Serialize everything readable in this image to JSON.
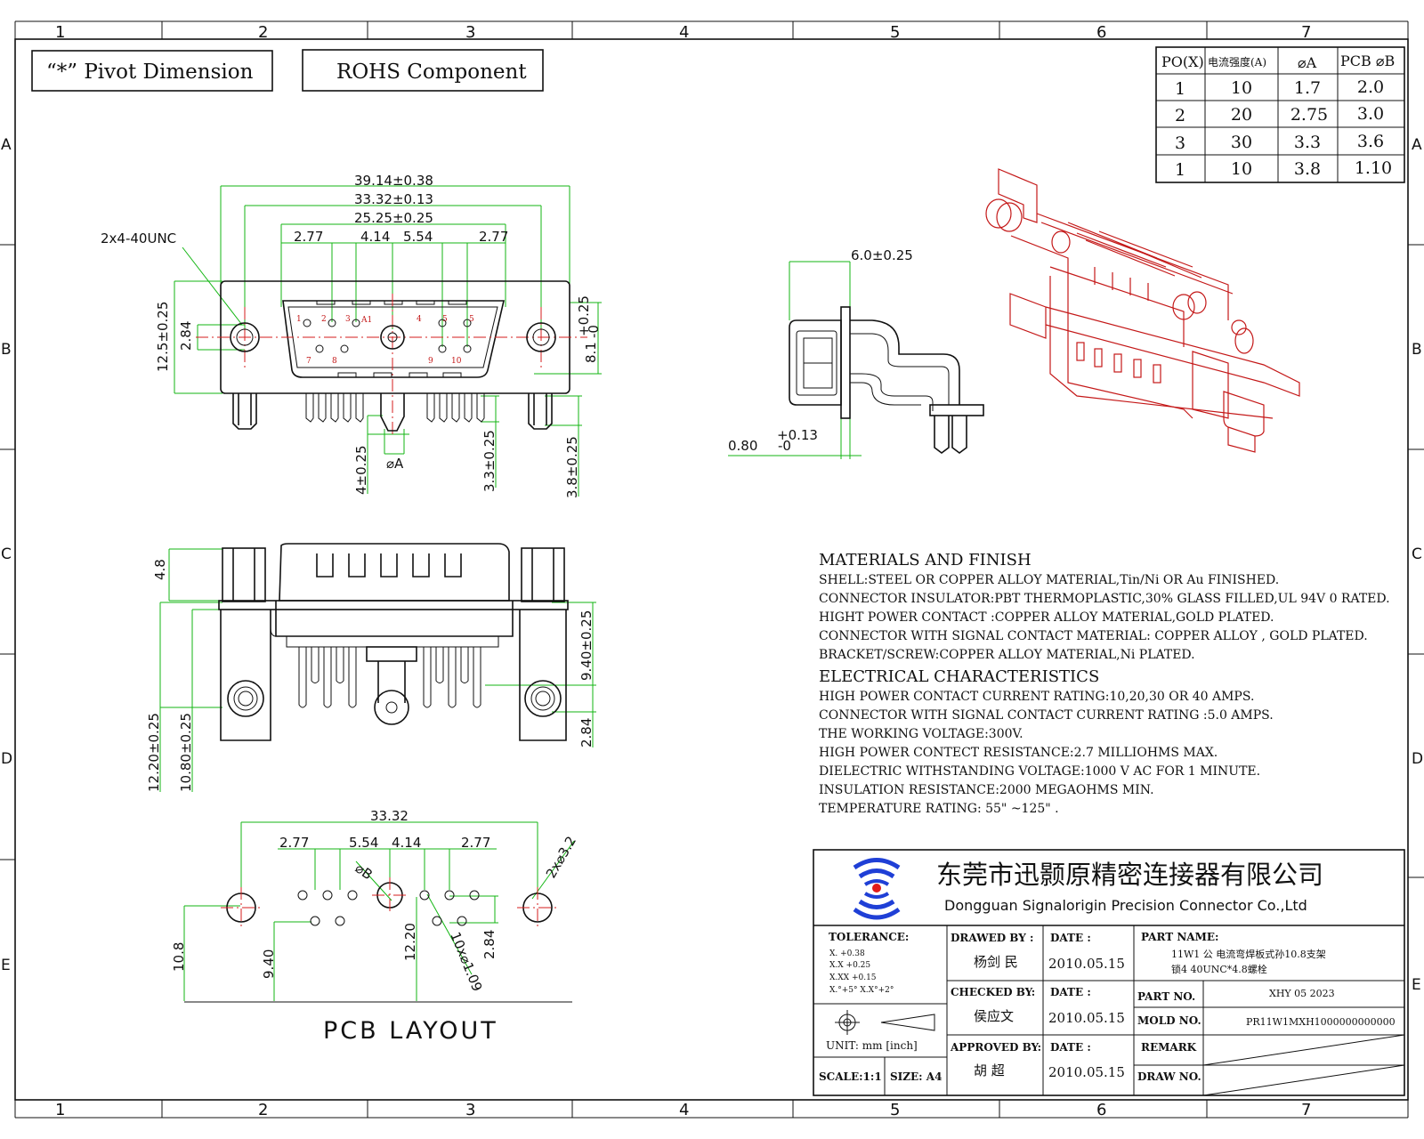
{
  "frame": {
    "columns": [
      "1",
      "2",
      "3",
      "4",
      "5",
      "6",
      "7"
    ],
    "rows": [
      "A",
      "B",
      "C",
      "D",
      "E"
    ]
  },
  "header_boxes": {
    "pivot": "“*” Pivot Dimension",
    "rohs": "ROHS Component"
  },
  "spec_table": {
    "headers": [
      "PO(X)",
      "电流强度(A)",
      "⌀A",
      "PCB ⌀B"
    ],
    "rows": [
      [
        "1",
        "10",
        "1.7",
        "2.0"
      ],
      [
        "2",
        "20",
        "2.75",
        "3.0"
      ],
      [
        "3",
        "30",
        "3.3",
        "3.6"
      ],
      [
        "1",
        "10",
        "3.8",
        "1.10"
      ]
    ]
  },
  "front_view": {
    "dims": {
      "overall": "39.14±0.38",
      "screw_pitch": "33.32±0.13",
      "shell": "25.25±0.25",
      "p1": "2.77",
      "p2": "4.14",
      "p3": "5.54",
      "p4": "2.77",
      "thread": "2x4-40UNC",
      "height": "12.5±0.25",
      "offset": "2.84",
      "right": "8.1",
      "right_tol_up": "+0.25",
      "right_tol_dn": "-0",
      "pin_len": "4±0.25",
      "phi_a": "⌀A",
      "tail_a": "3.3±0.25",
      "tail_b": "3.8±0.25"
    },
    "pins": [
      "1",
      "2",
      "3",
      "A1",
      "4",
      "5",
      "5",
      "7",
      "8",
      "9",
      "10"
    ]
  },
  "side_view": {
    "dims": {
      "depth": "6.0±0.25",
      "thick": "0.80",
      "thick_up": "+0.13",
      "thick_dn": "-0"
    }
  },
  "bottom_view": {
    "dims": {
      "h1": "4.8",
      "h2": "9.40±0.25",
      "h3": "2.84",
      "h4": "12.20±0.25",
      "h5": "10.80±0.25"
    }
  },
  "pcb_layout": {
    "title": "PCB LAYOUT",
    "dims": {
      "pitch": "33.32",
      "p1": "2.77",
      "p2": "5.54",
      "p3": "4.14",
      "p4": "2.77",
      "phi_b": "⌀B",
      "mount": "2x⌀3.2",
      "holes": "10x⌀1.09",
      "v1": "10.8",
      "v2": "9.40",
      "v3": "12.20",
      "v4": "2.84"
    }
  },
  "materials": {
    "heading1": "MATERIALS AND  FINISH",
    "lines1": [
      "SHELL:STEEL OR COPPER ALLOY MATERIAL,Tin/Ni OR Au FINISHED.",
      "CONNECTOR INSULATOR:PBT THERMOPLASTIC,30% GLASS FILLED,UL 94V 0 RATED.",
      "HIGHT POWER CONTACT :COPPER ALLOY MATERIAL,GOLD PLATED.",
      "CONNECTOR WITH SIGNAL CONTACT MATERIAL: COPPER ALLOY , GOLD PLATED.",
      "BRACKET/SCREW:COPPER ALLOY MATERIAL,Ni PLATED."
    ],
    "heading2": "ELECTRICAL CHARACTERISTICS",
    "lines2": [
      "HIGH POWER CONTACT CURRENT RATING:10,20,30 OR 40 AMPS.",
      "CONNECTOR WITH SIGNAL CONTACT CURRENT RATING :5.0 AMPS.",
      "THE WORKING VOLTAGE:300V.",
      "HIGH POWER CONTECT RESISTANCE:2.7 MILLIOHMS MAX.",
      "DIELECTRIC WITHSTANDING VOLTAGE:1000 V AC FOR 1 MINUTE.",
      "INSULATION RESISTANCE:2000 MEGAOHMS MIN.",
      "TEMPERATURE RATING: 55\" ~125\" ."
    ]
  },
  "title_block": {
    "company_cn": "东莞市迅颢原精密连接器有限公司",
    "company_en": "Dongguan Signalorigin Precision Connector Co.,Ltd",
    "tolerance_label": "TOLERANCE:",
    "tolerances": [
      "X.     +0.38",
      "X.X    +0.25",
      "X.XX   +0.15",
      "X.°+5°   X.X°+2°"
    ],
    "unit": "UNIT: mm [inch]",
    "scale": "SCALE:1:1",
    "size": "SIZE: A4",
    "drawn_by_label": "DRAWED BY :",
    "drawn_by": "杨剑 民",
    "checked_by_label": "CHECKED BY:",
    "checked_by": "侯应文",
    "approved_by_label": "APPROVED BY:",
    "approved_by": "胡  超",
    "date_label": "DATE :",
    "date1": "2010.05.15",
    "date2": "2010.05.15",
    "date3": "2010.05.15",
    "part_name_label": "PART NAME:",
    "part_name_1": "11W1 公 电流弯焊板式孙10.8支架",
    "part_name_2": "锁4 40UNC*4.8螺栓",
    "part_no_label": "PART NO.",
    "part_no": "XHY 05 2023",
    "mold_no_label": "MOLD NO.",
    "mold_no": "PR11W1MXH1000000000000",
    "remark_label": "REMARK",
    "draw_no_label": "DRAW NO."
  }
}
